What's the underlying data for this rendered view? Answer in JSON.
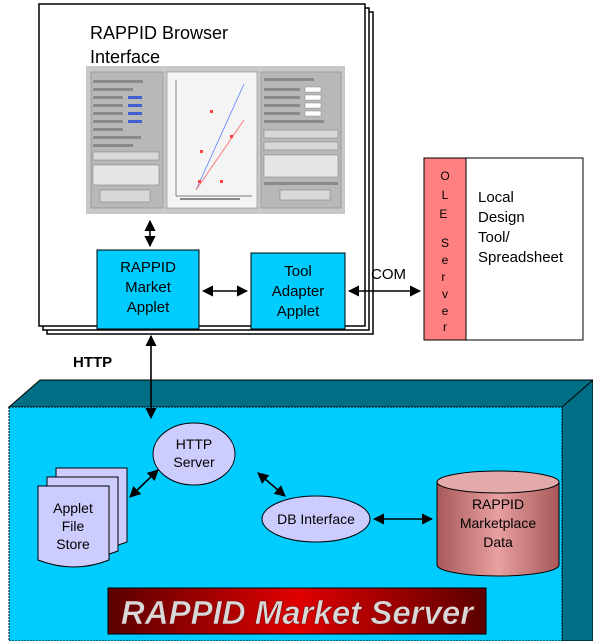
{
  "browser": {
    "title": "RAPPID Browser Interface"
  },
  "applets": {
    "market": "RAPPID Market Applet",
    "tool_adapter": "Tool Adapter Applet"
  },
  "connectors": {
    "com": "COM",
    "http": "HTTP"
  },
  "ole_server": {
    "letters": [
      "O",
      "L",
      "E",
      "S",
      "e",
      "r",
      "v",
      "e",
      "r"
    ]
  },
  "local_tool": {
    "label": "Local Design Tool/ Spreadsheet"
  },
  "server": {
    "http_server": "HTTP Server",
    "db_interface": "DB Interface",
    "file_store": "Applet File Store",
    "data_store": "RAPPID Marketplace Data",
    "banner": "RAPPID Market Server"
  },
  "colors": {
    "applet_fill": "#00ccff",
    "server_fill": "#00ccff",
    "server_top": "#006f86",
    "ole_fill": "#ff8080",
    "ellipse_fill": "#ccccff",
    "cylinder_fill": "#d98c8c",
    "banner_red": "#ff0000",
    "banner_dark": "#7a0000"
  }
}
